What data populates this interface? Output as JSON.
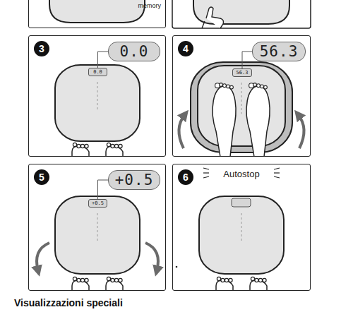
{
  "diagram": {
    "nodes": [
      {
        "text": [
          "memory"
        ]
      },
      {
        "text": [
          "3"
        ]
      },
      {
        "text": [
          "0.0"
        ],
        "in": 1
      },
      {
        "text": [
          "0.0"
        ],
        "in": 1
      },
      {
        "text": [
          "4"
        ]
      },
      {
        "text": [
          "56.3"
        ],
        "in": 4
      },
      {
        "text": [
          "56.3"
        ],
        "in": 4
      },
      {
        "text": [
          "5"
        ]
      },
      {
        "text": [
          "+0.5"
        ],
        "in": 7
      },
      {
        "text": [
          "+0.5"
        ],
        "in": 7
      },
      {
        "text": [
          "6",
          "Autostop"
        ]
      }
    ],
    "edges": [
      {
        "from": 2,
        "to": 3,
        "arrow": "none"
      },
      {
        "from": 5,
        "to": 6,
        "arrow": "none"
      },
      {
        "from": 8,
        "to": 9,
        "arrow": "none"
      }
    ],
    "labels": [
      "Visualizzazioni speciali"
    ]
  }
}
